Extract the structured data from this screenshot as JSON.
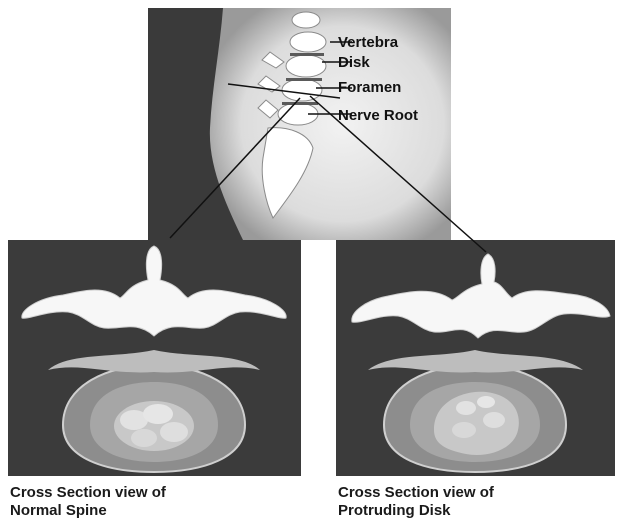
{
  "labels": {
    "vertebra": "Vertebra",
    "disk": "Disk",
    "foramen": "Foramen",
    "nerve_root": "Nerve Root"
  },
  "captions": {
    "normal": {
      "line1": "Cross Section view of",
      "line2": "Normal Spine"
    },
    "protruding": {
      "line1": "Cross Section view of",
      "line2": "Protruding Disk"
    }
  }
}
